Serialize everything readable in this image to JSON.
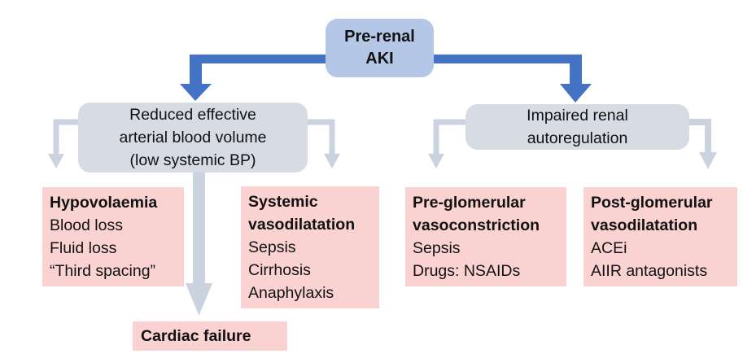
{
  "root": {
    "label": "Pre-renal AKI"
  },
  "branches": [
    {
      "id": "reduced-eabv",
      "lines": [
        "Reduced effective",
        "arterial blood volume",
        "(low systemic BP)"
      ]
    },
    {
      "id": "impaired-autoregulation",
      "lines": [
        "Impaired renal",
        "autoregulation"
      ]
    }
  ],
  "causes": [
    {
      "id": "hypovolaemia",
      "heading": "Hypovolaemia",
      "items": [
        "Blood loss",
        "Fluid loss",
        "“Third spacing”"
      ]
    },
    {
      "id": "systemic-vasodilatation",
      "heading": "Systemic vasodilatation",
      "items": [
        "Sepsis",
        "Cirrhosis",
        "Anaphylaxis"
      ]
    },
    {
      "id": "cardiac-failure",
      "heading": "Cardiac failure",
      "items": []
    },
    {
      "id": "pre-glomerular-vasoconstriction",
      "heading": "Pre-glomerular vasoconstriction",
      "items": [
        "Sepsis",
        "Drugs: NSAIDs"
      ]
    },
    {
      "id": "post-glomerular-vasodilatation",
      "heading": "Post-glomerular vasodilatation",
      "items": [
        "ACEi",
        "AIIR antagonists"
      ]
    }
  ],
  "colors": {
    "root_fill": "#b4c7e7",
    "branch_fill": "#d7dbe4",
    "cause_fill": "#fad2d2",
    "blue_connector": "#4472c4",
    "gray_connector": "#ccd3e0",
    "text": "#111111"
  }
}
